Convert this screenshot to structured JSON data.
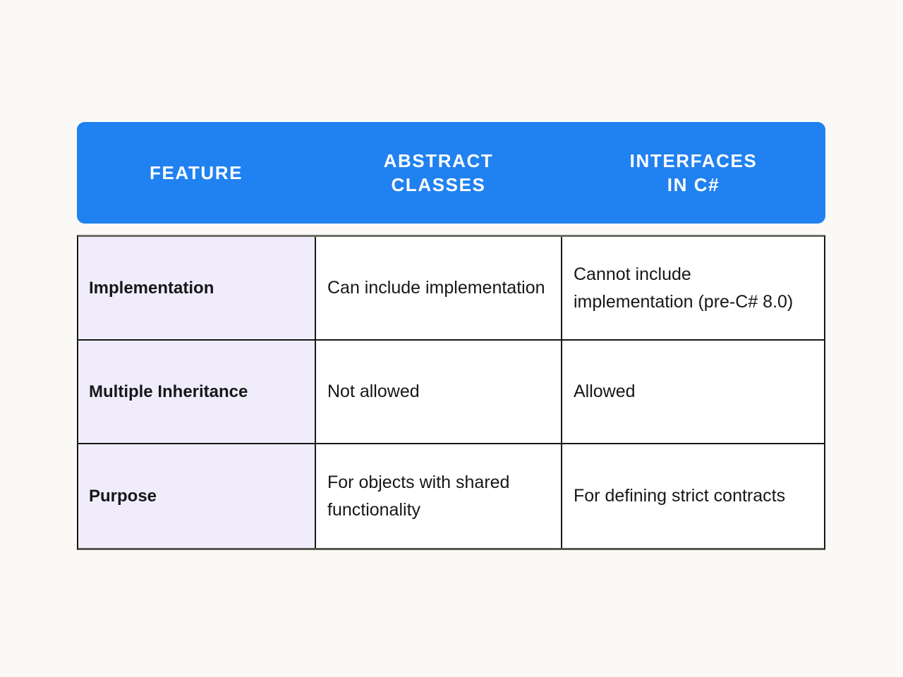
{
  "page": {
    "background_color": "#FBF9F6",
    "title": "Abstract Classes vs Interfaces in C# comparison table"
  },
  "table": {
    "accent_color": "#2081F0",
    "feature_column_color": "#F0ECFB",
    "border_color": "#17171A",
    "header": {
      "feature": "FEATURE",
      "abstract_classes": "ABSTRACT\nCLASSES",
      "interfaces": "INTERFACES\nIN C#"
    },
    "rows": [
      {
        "feature": "Implementation",
        "abstract_classes": "Can include implementation",
        "interfaces": "Cannot include implementation (pre-C# 8.0)"
      },
      {
        "feature": "Multiple Inheritance",
        "abstract_classes": "Not allowed",
        "interfaces": "Allowed"
      },
      {
        "feature": "Purpose",
        "abstract_classes": "For objects with shared functionality",
        "interfaces": "For defining strict contracts"
      }
    ]
  }
}
